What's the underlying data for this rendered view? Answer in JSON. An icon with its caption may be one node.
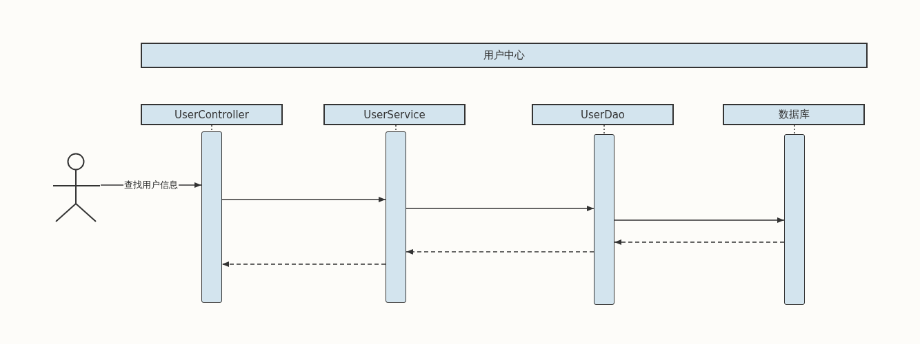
{
  "diagram": {
    "nodes": [
      {
        "text": [
          "用户中心"
        ]
      },
      {
        "text": [
          "UserController"
        ]
      },
      {
        "text": [
          "UserService"
        ]
      },
      {
        "text": [
          "UserDao"
        ]
      },
      {
        "text": [
          "数据库"
        ]
      },
      {
        "text": [],
        "shape": "person"
      },
      {
        "text": [],
        "shape": "bar"
      },
      {
        "text": [],
        "shape": "bar"
      },
      {
        "text": [],
        "shape": "bar"
      },
      {
        "text": [],
        "shape": "bar"
      }
    ],
    "edges": [
      {
        "from": 1,
        "to": 6,
        "arrow": "none",
        "style": "dashed"
      },
      {
        "from": 2,
        "to": 7,
        "arrow": "none",
        "style": "dashed"
      },
      {
        "from": 3,
        "to": 8,
        "arrow": "none",
        "style": "dashed"
      },
      {
        "from": 4,
        "to": 9,
        "arrow": "none",
        "style": "dashed"
      },
      {
        "from": 5,
        "to": 6,
        "arrow": "to",
        "label": "查找用户信息"
      },
      {
        "from": 6,
        "to": 7,
        "arrow": "to"
      },
      {
        "from": 7,
        "to": 8,
        "arrow": "to"
      },
      {
        "from": 8,
        "to": 9,
        "arrow": "to"
      },
      {
        "from": 9,
        "to": 8,
        "arrow": "to",
        "style": "dashed"
      },
      {
        "from": 8,
        "to": 7,
        "arrow": "to",
        "style": "dashed"
      },
      {
        "from": 7,
        "to": 6,
        "arrow": "to",
        "style": "dashed"
      }
    ]
  }
}
